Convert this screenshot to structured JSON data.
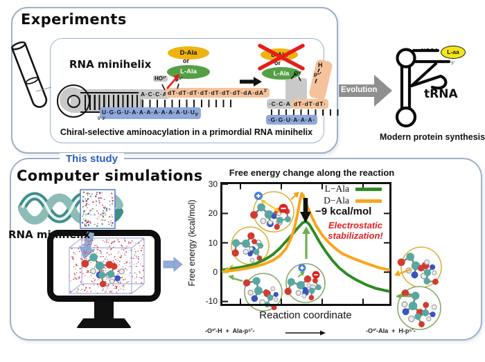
{
  "experiments": {
    "title": "Experiments",
    "minihelix_label": "RNA minihelix",
    "d_ala": "D-Ala",
    "or": "or",
    "l_ala": "L-Ala",
    "ho3": "HO³′",
    "p5": "p⁵′",
    "strand_top_1": "A·C·C·A",
    "strand_top_2": "dT·dT·dT·dT·dT·dT·dT·dA·dA",
    "strand_top_end": "3′",
    "strand_bottom": "U·G·G·U·A·A·A·A·A·A·A·U·U",
    "strand_bottom_end": "5′",
    "left_ends": "5′ 3′",
    "product": {
      "d_ala": "D-Ala",
      "or": "or",
      "l_ala": "L-Ala",
      "o3": "O³′",
      "h": "H",
      "p5": "p⁵′",
      "strand_top_1": "·C·C·A",
      "strand_top_2": "dT·dT·dT·",
      "strand_bottom": "·G·G·U·A·A·A·"
    },
    "caption": "Chiral-selective aminoacylation in a primordial RNA minihelix"
  },
  "evolution": {
    "label": "Evolution",
    "ncca": "NCCA",
    "l_aa": "L-aa",
    "five_prime": "5′",
    "trna": "tRNA",
    "modern": "Modern protein synthesis"
  },
  "simulation": {
    "badge": "This study",
    "title": "Computer simulations",
    "minihelix_label": "RNA minihelix"
  },
  "chart_data": {
    "type": "line",
    "title": "Free energy change along the reaction",
    "xlabel": "Reaction coordinate",
    "ylabel": "Free energy (kcal/mol)",
    "ylim": [
      -10,
      30
    ],
    "yticks": [
      "30",
      "20",
      "10",
      "0",
      "-10"
    ],
    "xtick_labels": [],
    "grid": false,
    "legend_position": "top-right",
    "series": [
      {
        "name": "L−Ala",
        "color": "#2e8b22",
        "x": [
          0,
          0.05,
          0.1,
          0.15,
          0.2,
          0.25,
          0.3,
          0.34,
          0.38,
          0.42,
          0.45,
          0.48,
          0.5,
          0.52,
          0.55,
          0.58,
          0.62,
          0.66,
          0.7,
          0.75,
          0.8,
          0.86,
          0.92,
          1.0
        ],
        "y": [
          0.8,
          1.2,
          1.6,
          2.2,
          3,
          4.2,
          6,
          8,
          10.5,
          13,
          15,
          16.8,
          17.3,
          16.3,
          13.5,
          10.5,
          7,
          4,
          1.5,
          -0.8,
          -2.5,
          -4.2,
          -5.5,
          -6.5
        ]
      },
      {
        "name": "D−Ala",
        "color": "#f9a51b",
        "x": [
          0,
          0.05,
          0.1,
          0.15,
          0.2,
          0.25,
          0.3,
          0.34,
          0.38,
          0.41,
          0.43,
          0.45,
          0.465,
          0.475,
          0.485,
          0.5,
          0.53,
          0.56,
          0.6,
          0.64,
          0.68,
          0.72,
          0.78,
          0.84,
          0.9,
          0.95,
          1.0
        ],
        "y": [
          0.2,
          0.5,
          0.9,
          1.4,
          2,
          2.8,
          4,
          5.5,
          8,
          11.5,
          15,
          20,
          24.5,
          26.8,
          26,
          23.5,
          19.5,
          16,
          12.5,
          10,
          8,
          6.3,
          4.8,
          3.5,
          2.3,
          1.4,
          0.8
        ]
      }
    ],
    "annotations": {
      "barrier_diff": "−9 kcal/mol",
      "note_line1": "Electrostatic",
      "note_line2": "stabilization!"
    }
  },
  "reaction_equation": {
    "reactants": "-O³′-H  +  Ala-p⁵′-",
    "products": "-O³′-Ala  +  H-p⁵′-"
  },
  "colors": {
    "panel_border": "#9db0c9",
    "d_ala_yellow": "#efb310",
    "l_ala_green": "#55a046",
    "orange_strand": "#f5c29c",
    "blue_strand": "#8fa9dc",
    "gray_strand": "#c9c9c9",
    "chart_green": "#2e8b22",
    "chart_orange": "#f9a51b",
    "alert_red": "#e02020",
    "this_study_blue": "#2b5cc5",
    "evolution_gray": "#8f8f8f",
    "arrow_blue": "#92acd8",
    "l_aa_yellow": "#f4e41c"
  }
}
